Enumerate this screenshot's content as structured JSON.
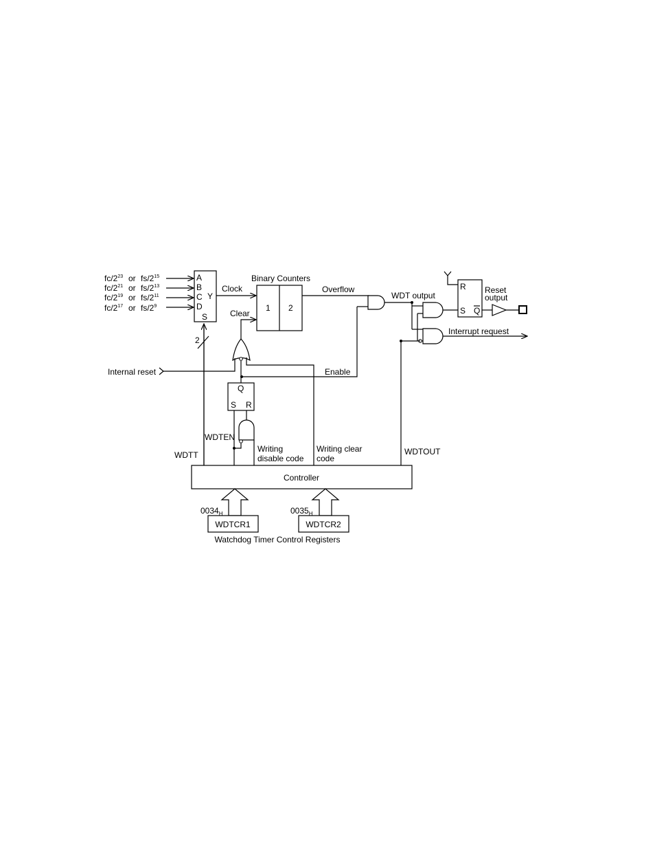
{
  "mux": {
    "inputs": [
      {
        "fc": "fc/2",
        "fc_exp": "23",
        "or": "or",
        "fs": "fs/2",
        "fs_exp": "15",
        "pin": "A"
      },
      {
        "fc": "fc/2",
        "fc_exp": "21",
        "or": "or",
        "fs": "fs/2",
        "fs_exp": "13",
        "pin": "B"
      },
      {
        "fc": "fc/2",
        "fc_exp": "19",
        "or": "or",
        "fs": "fs/2",
        "fs_exp": "11",
        "pin": "C"
      },
      {
        "fc": "fc/2",
        "fc_exp": "17",
        "or": "or",
        "fs": "fs/2",
        "fs_exp": "9",
        "pin": "D"
      }
    ],
    "output_pin": "Y",
    "select_pin": "S",
    "select_width": "2"
  },
  "counters": {
    "title": "Binary Counters",
    "stage1": "1",
    "stage2": "2"
  },
  "signals": {
    "clock": "Clock",
    "clear": "Clear",
    "overflow": "Overflow",
    "wdt_output": "WDT output",
    "reset_output_line1": "Reset",
    "reset_output_line2": "output",
    "interrupt_request": "Interrupt request",
    "internal_reset": "Internal reset",
    "enable": "Enable",
    "wdten": "WDTEN",
    "wdtt": "WDTT",
    "wdtout": "WDTOUT",
    "writing_disable_line1": "Writing",
    "writing_disable_line2": "disable code",
    "writing_clear_line1": "Writing  clear",
    "writing_clear_line2": "code"
  },
  "latch": {
    "q": "Q",
    "s": "S",
    "r": "R"
  },
  "rs_ff": {
    "r": "R",
    "s": "S",
    "q": "Q"
  },
  "controller": "Controller",
  "registers": [
    {
      "addr": "0034",
      "addr_sub": "H",
      "name": "WDTCR1"
    },
    {
      "addr": "0035",
      "addr_sub": "H",
      "name": "WDTCR2"
    }
  ],
  "caption": "Watchdog Timer Control Registers"
}
